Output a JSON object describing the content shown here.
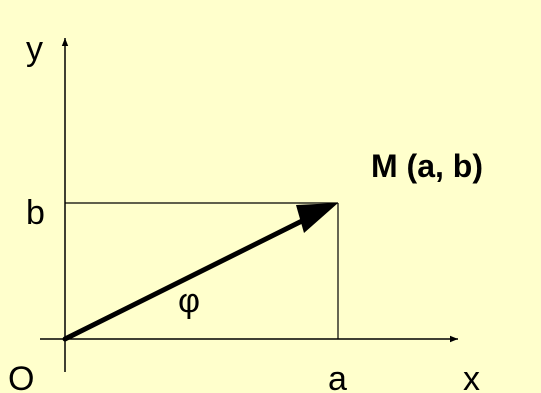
{
  "labels": {
    "y_axis": "y",
    "x_axis": "x",
    "origin": "O",
    "b_tick": "b",
    "a_tick": "a",
    "angle": "φ",
    "point": "M (a, b)"
  },
  "colors": {
    "background": "#FFFFCC",
    "ink": "#000000"
  }
}
